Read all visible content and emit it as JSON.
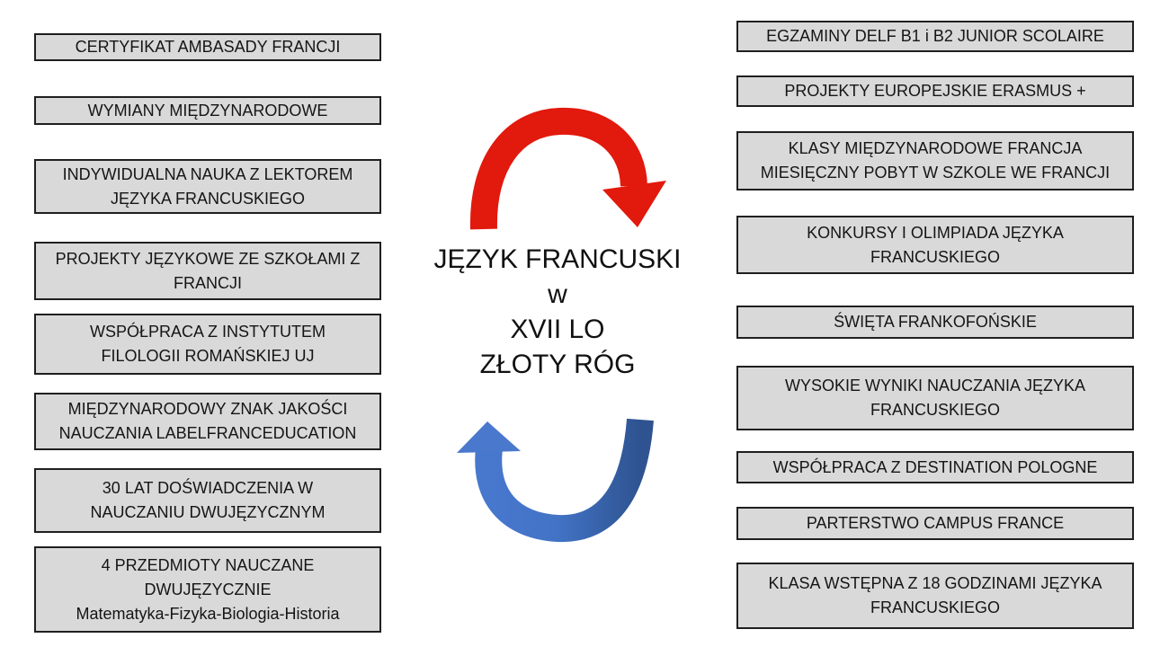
{
  "title": {
    "lines": [
      "JĘZYK FRANCUSKI",
      "w",
      "XVII LO",
      "ZŁOTY RÓG"
    ]
  },
  "left_boxes": [
    {
      "text": "CERTYFIKAT AMBASADY FRANCJI"
    },
    {
      "text": "WYMIANY MIĘDZYNARODOWE"
    },
    {
      "text": "INDYWIDUALNA NAUKA Z LEKTOREM\nJĘZYKA FRANCUSKIEGO"
    },
    {
      "text": "PROJEKTY JĘZYKOWE ZE SZKOŁAMI Z\nFRANCJI"
    },
    {
      "text": "WSPÓŁPRACA Z INSTYTUTEM\nFILOLOGII ROMAŃSKIEJ UJ"
    },
    {
      "text": "MIĘDZYNARODOWY ZNAK JAKOŚCI\nNAUCZANIA LABELFRANCEDUCATION"
    },
    {
      "text": "30 LAT DOŚWIADCZENIA W\nNAUCZANIU DWUJĘZYCZNYM"
    },
    {
      "text": "4 PRZEDMIOTY NAUCZANE\nDWUJĘZYCZNIE\nMatematyka-Fizyka-Biologia-Historia"
    }
  ],
  "right_boxes": [
    {
      "text": "EGZAMINY DELF B1 i B2 JUNIOR SCOLAIRE"
    },
    {
      "text": "PROJEKTY EUROPEJSKIE ERASMUS +"
    },
    {
      "text": "KLASY MIĘDZYNARODOWE FRANCJA\nMIESIĘCZNY POBYT W SZKOLE WE FRANCJI"
    },
    {
      "text": "KONKURSY I OLIMPIADA JĘZYKA\nFRANCUSKIEGO"
    },
    {
      "text": "ŚWIĘTA FRANKOFOŃSKIE"
    },
    {
      "text": "WYSOKIE WYNIKI NAUCZANIA JĘZYKA\nFRANCUSKIEGO"
    },
    {
      "text": "WSPÓŁPRACA Z DESTINATION POLOGNE"
    },
    {
      "text": "PARTERSTWO CAMPUS FRANCE"
    },
    {
      "text": "KLASA WSTĘPNA Z 18 GODZINAMI JĘZYKA\nFRANCUSKIEGO"
    }
  ],
  "icons": {
    "red_arrow": "curved-arrow-arcing-down-right",
    "blue_arrow": "curved-arrow-arcing-up-left"
  },
  "colors": {
    "box_fill": "#d9d9d9",
    "box_border": "#1f1f1f",
    "text": "#151515",
    "arrow_red": "#e2190d",
    "arrow_blue_light": "#4878ce",
    "arrow_blue_dark": "#2e5390"
  }
}
